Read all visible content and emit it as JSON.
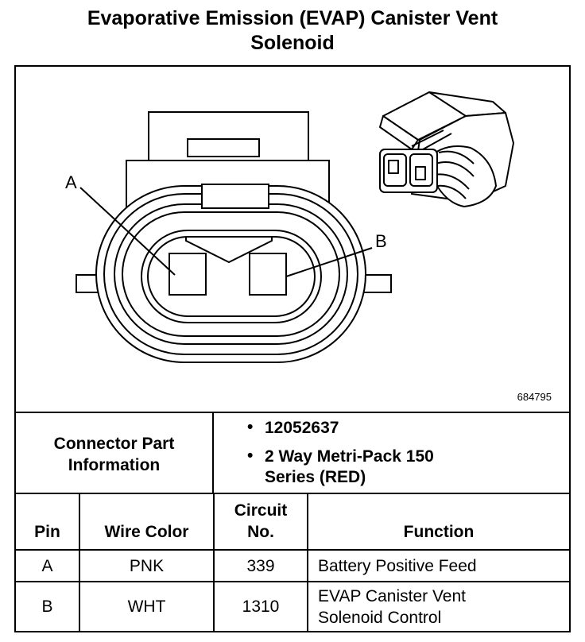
{
  "title": "Evaporative Emission (EVAP) Canister Vent Solenoid",
  "diagram": {
    "pin_labels": [
      "A",
      "B"
    ],
    "figure_id": "684795"
  },
  "connector_info": {
    "label": "Connector Part Information",
    "items": [
      "12052637",
      "2 Way Metri-Pack 150 Series (RED)"
    ]
  },
  "table": {
    "headers": [
      "Pin",
      "Wire Color",
      "Circuit No.",
      "Function"
    ],
    "rows": [
      [
        "A",
        "PNK",
        "339",
        "Battery Positive Feed"
      ],
      [
        "B",
        "WHT",
        "1310",
        "EVAP Canister Vent Solenoid Control"
      ]
    ]
  }
}
